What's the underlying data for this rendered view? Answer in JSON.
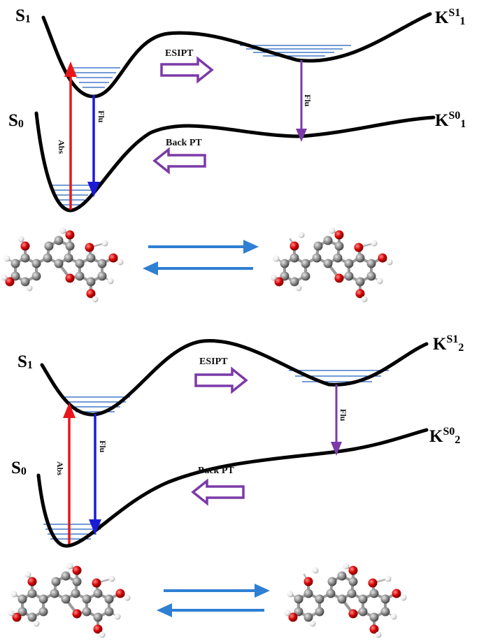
{
  "panels": [
    {
      "s1": "S",
      "s1_sub": "1",
      "s0": "S",
      "s0_sub": "0",
      "k_excited": "K",
      "k_excited_sup": "S1",
      "k_excited_sub": "1",
      "k_ground": "K",
      "k_ground_sup": "S0",
      "k_ground_sub": "1",
      "esipt": "ESIPT",
      "back_pt": "Back PT",
      "abs": "Abs",
      "flu_left": "Flu",
      "flu_right": "Flu"
    },
    {
      "s1": "S",
      "s1_sub": "1",
      "s0": "S",
      "s0_sub": "0",
      "k_excited": "K",
      "k_excited_sup": "S1",
      "k_excited_sub": "2",
      "k_ground": "K",
      "k_ground_sup": "S0",
      "k_ground_sub": "2",
      "esipt": "ESIPT",
      "back_pt": "Back PT",
      "abs": "Abs",
      "flu_left": "Flu",
      "flu_right": "Flu"
    }
  ],
  "colors": {
    "curve": "#000000",
    "abs_arrow": "#e8161b",
    "flu_arrow": "#1b1bd6",
    "flu_k_arrow": "#7b3aa8",
    "pt_arrow": "#7b3aa8",
    "vibrational_levels": "#1f5fbf",
    "equilibrium_arrows": "#2f7fd3",
    "oxygen_atom": "#d40000",
    "carbon_atom": "#8c8c8c",
    "hydrogen_atom": "#eeeeee"
  }
}
